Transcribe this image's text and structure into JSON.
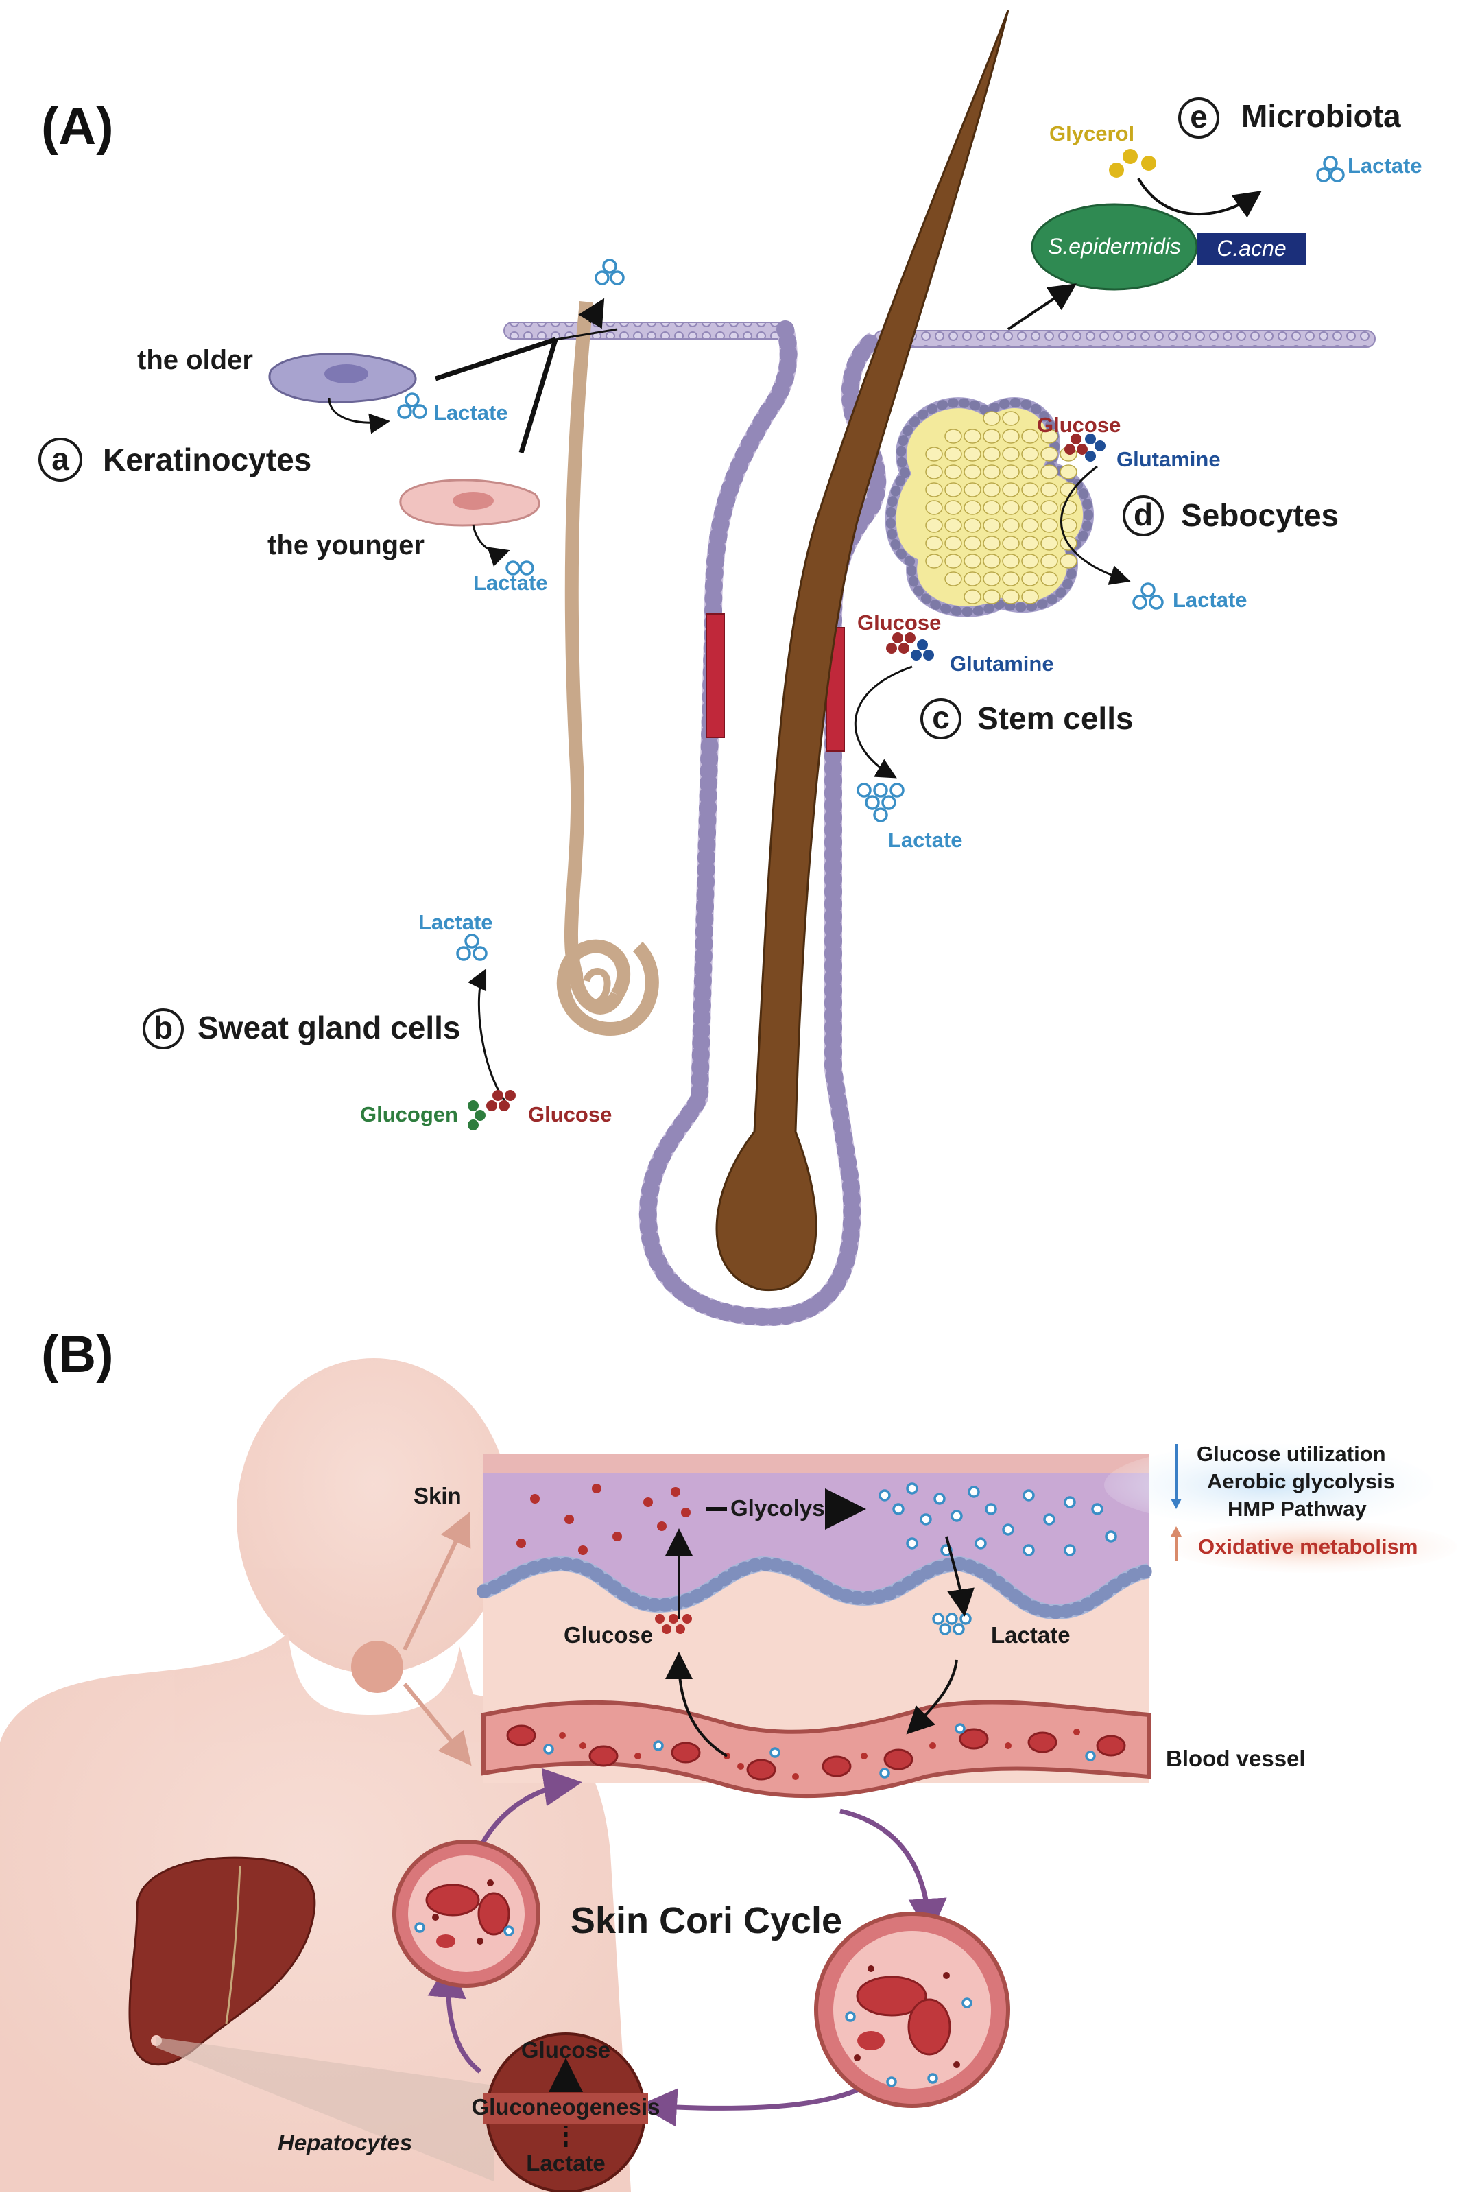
{
  "panel_a": {
    "label": "(A)",
    "keratinocytes": {
      "marker": "a",
      "title": "Keratinocytes",
      "older": "the older",
      "younger": "the younger",
      "lactate_older": "Lactate",
      "lactate_younger": "Lactate"
    },
    "sweat": {
      "marker": "b",
      "title": "Sweat gland cells",
      "lactate": "Lactate",
      "glycogen": "Glucogen",
      "glucose": "Glucose"
    },
    "stem": {
      "marker": "c",
      "title": "Stem cells",
      "glucose": "Glucose",
      "glutamine": "Glutamine",
      "lactate": "Lactate"
    },
    "sebocytes": {
      "marker": "d",
      "title": "Sebocytes",
      "glucose": "Glucose",
      "glutamine": "Glutamine",
      "lactate": "Lactate"
    },
    "microbiota": {
      "marker": "e",
      "title": "Microbiota",
      "glycerol": "Glycerol",
      "lactate": "Lactate",
      "s_epidermidis": "S.epidermidis",
      "c_acne": "C.acne"
    }
  },
  "panel_b": {
    "label": "(B)",
    "skin": "Skin",
    "glycolysis": "Glycolysis",
    "glucose": "Glucose",
    "lactate": "Lactate",
    "blood_vessel": "Blood vessel",
    "cycle": "Skin Cori Cycle",
    "hepatocytes": "Hepatocytes",
    "liver_glucose": "Glucose",
    "gluconeogenesis": "Gluconeogenesis",
    "liver_lactate": "Lactate",
    "legend": [
      "Glucose utilization",
      "Aerobic glycolysis",
      "HMP Pathway",
      "Oxidative metabolism"
    ]
  },
  "colors": {
    "lactate": "#3a8fc6",
    "glucose": "#9b2a2a",
    "glutamine": "#1f4e96",
    "glycogen": "#2e7d3e",
    "glycerol": "#e0b81a",
    "hair": "#7a4a22",
    "follicle_cells": "#c7bcdc",
    "cycle_arrow": "#7d4e8c"
  }
}
